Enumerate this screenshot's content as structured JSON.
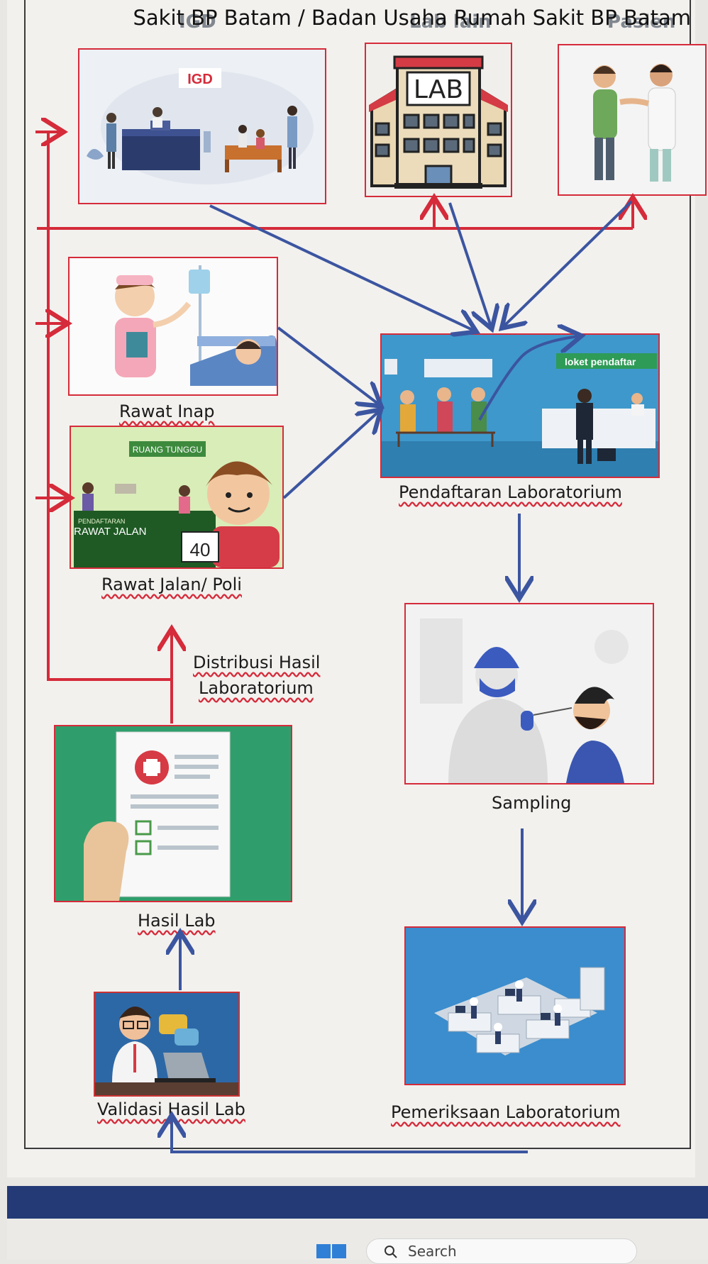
{
  "header": {
    "source_credit": "Sakit BP Batam / Badan Usaha Rumah Sakit BP Batam"
  },
  "nodes": {
    "igd": {
      "caption": "IGD",
      "sign": "IGD"
    },
    "lab_lain": {
      "caption": "Lab lain",
      "sign": "LAB"
    },
    "pasien": {
      "caption": "Pasien"
    },
    "rawat_inap": {
      "caption": "Rawat Inap"
    },
    "rawat_jalan": {
      "caption": "Rawat Jalan/ Poli",
      "sign_top": "RUANG TUNGGU",
      "sign_small": "PENDAFTARAN",
      "sign_big": "RAWAT JALAN",
      "queue_number": "40"
    },
    "pendaftaran": {
      "caption": "Pendaftaran Laboratorium",
      "sign": "loket pendaftar"
    },
    "sampling": {
      "caption": "Sampling"
    },
    "pemeriksaan": {
      "caption": "Pemeriksaan Laboratorium"
    },
    "hasil_lab": {
      "caption": "Hasil Lab"
    },
    "validasi": {
      "caption": "Validasi Hasil Lab"
    }
  },
  "edge_labels": {
    "distribusi_line1": "Distribusi Hasil",
    "distribusi_line2": "Laboratorium"
  },
  "taskbar": {
    "search_placeholder": "Search"
  },
  "colors": {
    "red_arrow": "#d52b3a",
    "blue_arrow": "#3b55a0",
    "box_border": "#d52b3a",
    "taskbar": "#233a76"
  }
}
